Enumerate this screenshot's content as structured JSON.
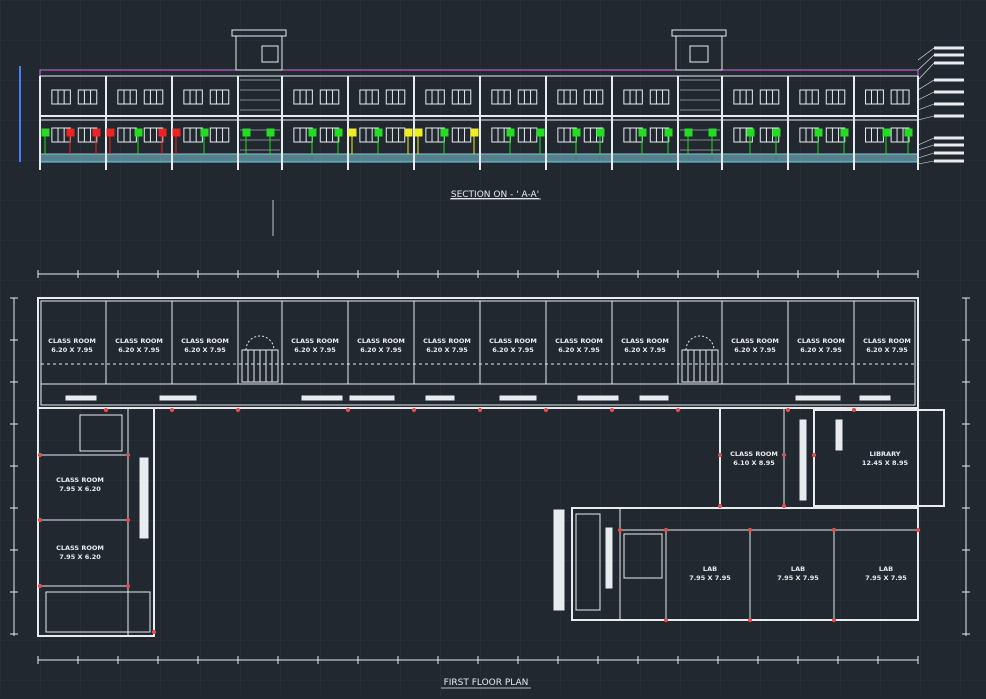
{
  "section": {
    "title": "SECTION ON - ' A-A'"
  },
  "plan": {
    "title": "FIRST FLOOR PLAN",
    "top_rooms": [
      {
        "name": "CLASS ROOM",
        "dim": "6.20 X 7.95"
      },
      {
        "name": "CLASS ROOM",
        "dim": "6.20 X 7.95"
      },
      {
        "name": "CLASS ROOM",
        "dim": "6.20 X 7.95"
      },
      {
        "name": "CLASS ROOM",
        "dim": "6.20 X 7.95"
      },
      {
        "name": "CLASS ROOM",
        "dim": "6.20 X 7.95"
      },
      {
        "name": "CLASS ROOM",
        "dim": "6.20 X 7.95"
      },
      {
        "name": "CLASS ROOM",
        "dim": "6.20 X 7.95"
      },
      {
        "name": "CLASS ROOM",
        "dim": "6.20 X 7.95"
      },
      {
        "name": "CLASS ROOM",
        "dim": "6.20 X 7.95"
      },
      {
        "name": "CLASS ROOM",
        "dim": "6.20 X 7.95"
      },
      {
        "name": "CLASS ROOM",
        "dim": "6.20 X 7.95"
      },
      {
        "name": "CLASS ROOM",
        "dim": "6.20 X 7.95"
      }
    ],
    "left_rooms": [
      {
        "name": "CLASS ROOM",
        "dim": "7.95 X 6.20"
      },
      {
        "name": "CLASS ROOM",
        "dim": "7.95 X 6.20"
      }
    ],
    "right_class": {
      "name": "CLASS ROOM",
      "dim": "6.10 X 8.95"
    },
    "library": {
      "name": "LIBRARY",
      "dim": "12.45 X 8.95"
    },
    "labs": [
      {
        "name": "LAB",
        "dim": "7.95 X 7.95"
      },
      {
        "name": "LAB",
        "dim": "7.95 X 7.95"
      },
      {
        "name": "LAB",
        "dim": "7.95 X 7.95"
      }
    ]
  },
  "colors": {
    "background": "#212830",
    "wall": "#e8ecef",
    "grid": "#2b333c",
    "parapet": "#d070e0",
    "ground": "#7ec8d8",
    "door_green": "#22dd22",
    "door_red": "#ee2222",
    "door_yellow": "#eeee22"
  }
}
